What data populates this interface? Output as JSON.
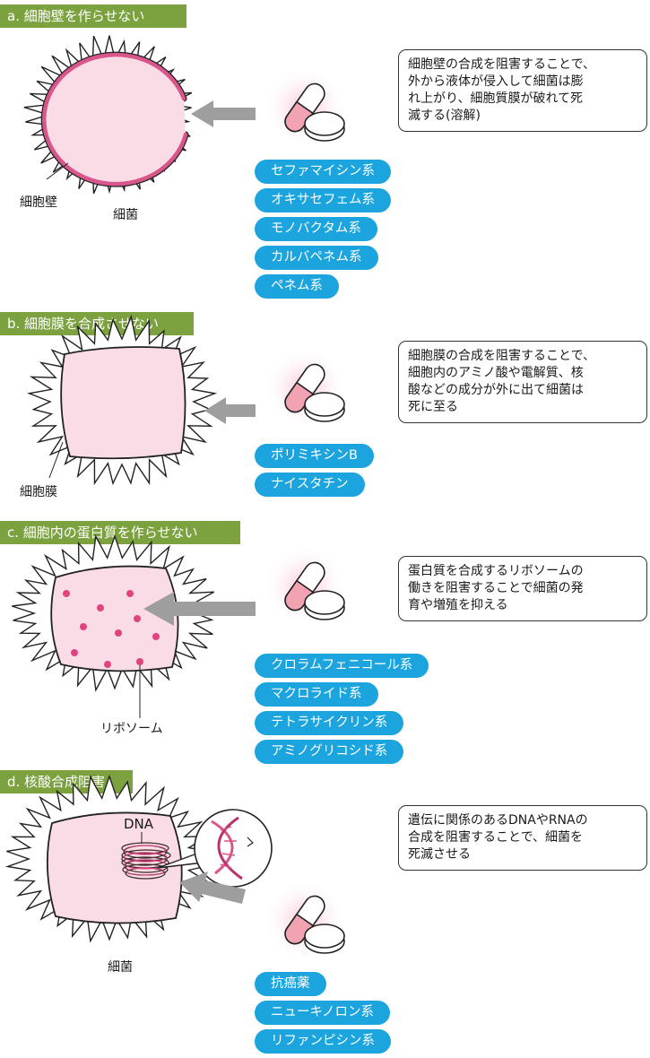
{
  "sections": [
    {
      "header": "a. 細胞壁を作らせない",
      "description": "細胞壁の合成を阻害することで、\n外から液体が侵入して細菌は膨\nれ上がり、細胞質膜が破れて死\n滅する(溶解)",
      "drugs": [
        "セファマイシン系",
        "オキサセフェム系",
        "モノバクタム系",
        "カルバペネム系",
        "ペネム系"
      ],
      "labels": {
        "wall": "細胞壁",
        "bacterium": "細菌"
      }
    },
    {
      "header": "b. 細胞膜を合成させない",
      "description": "細胞膜の合成を阻害することで、\n細胞内のアミノ酸や電解質、核\n酸などの成分が外に出て細菌は\n死に至る",
      "drugs": [
        "ポリミキシンB",
        "ナイスタチン"
      ],
      "labels": {
        "membrane": "細胞膜"
      }
    },
    {
      "header": "c. 細胞内の蛋白質を作らせない",
      "description": "蛋白質を合成するリボソームの\n働きを阻害することで細菌の発\n育や増殖を抑える",
      "drugs": [
        "クロラムフェニコール系",
        "マクロライド系",
        "テトラサイクリン系",
        "アミノグリコシド系"
      ],
      "labels": {
        "ribosome": "リボソーム"
      }
    },
    {
      "header": "d. 核酸合成阻害",
      "description": "遺伝に関係のあるDNAやRNAの\n合成を阻害することで、細菌を\n死滅させる",
      "drugs": [
        "抗癌薬",
        "ニューキノロン系",
        "リファンピシン系"
      ],
      "labels": {
        "dna": "DNA",
        "bacterium": "細菌"
      }
    }
  ],
  "colors": {
    "header_bg": "#7ba23f",
    "pill_bg": "#1ba4dd",
    "cell_fill": "#f9dce6",
    "wall_stroke": "#d9568d",
    "ribosome_dot": "#e2437f",
    "arrow": "#9e9e9e",
    "capsule_tip": "#f2a3b2"
  },
  "icons": [
    "capsule-icon",
    "tablet-icon",
    "arrow-icon"
  ]
}
